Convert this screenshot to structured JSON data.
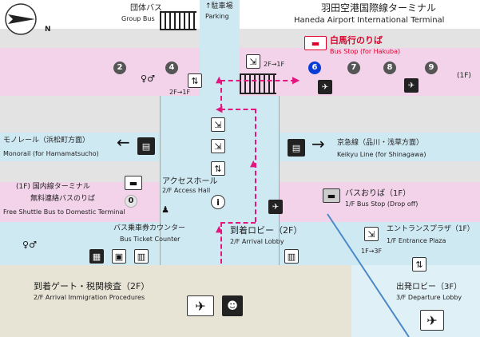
{
  "labels": {
    "title_jp": "羽田空港国際線ターミナル",
    "title_en": "Haneda Airport International Terminal",
    "group_bus_jp": "団体バス",
    "group_bus_en": "Group Bus",
    "parking_jp": "↑駐車場",
    "parking_en": "Parking",
    "hakuba_jp": "白馬行のりば",
    "hakuba_en": "Bus Stop (for Hakuba)",
    "esc_2f1f_top": "2F→1F",
    "esc_2f1f_left": "2F→1F",
    "floor_1f": "(1F)",
    "monorail_jp": "モノレール（浜松町方面）",
    "monorail_en": "Monorail (for Hamamatsucho)",
    "keikyu_jp": "京急線（品川・浅草方面）",
    "keikyu_en": "Keikyu Line (for Shinagawa)",
    "access_hall_jp": "アクセスホール",
    "access_hall_en": "2/F Access Hall",
    "shuttle_jp1": "(1F) 国内線ターミナル",
    "shuttle_jp2": "無料連絡バスのりば",
    "shuttle_en": "Free Shuttle Bus to Domestic Terminal",
    "shuttle_num": "0",
    "bus_dropoff_jp": "バスおりば（1F）",
    "bus_dropoff_en": "1/F Bus Stop (Drop off)",
    "ticket_jp": "バス乗車券カウンター",
    "ticket_en": "Bus Ticket Counter",
    "arrival_lobby_jp": "到着ロビー（2F）",
    "arrival_lobby_en": "2/F Arrival Lobby",
    "entrance_jp": "エントランスプラザ（1F）",
    "entrance_en": "1/F Entrance Plaza",
    "esc_1f3f": "1F→3F",
    "arrival_gate_jp": "到着ゲート・税関検査（2F）",
    "arrival_gate_en": "2/F Arrival Immigration Procedures",
    "departure_jp": "出発ロビー（3F）",
    "departure_en": "3/F Departure Lobby",
    "north": "N"
  },
  "stops": [
    "2",
    "4",
    "6",
    "7",
    "8",
    "9"
  ],
  "active_stop": "6",
  "colors": {
    "route": "#e4157d",
    "active_stop": "#0a3cd6",
    "hakuba": "#e0002b",
    "pink_zone": "#f3d3ea",
    "blue_zone": "#cfe9f3",
    "beige_zone": "#e7e4d5"
  },
  "icons": [
    "escalator-icon",
    "elevator-icon",
    "restroom-icon",
    "baggage-icon",
    "bus-icon",
    "train-icon",
    "info-icon",
    "lounge-icon",
    "ticket-icon",
    "arrival-plane-icon",
    "departure-plane-icon",
    "customs-icon",
    "compass-icon"
  ]
}
